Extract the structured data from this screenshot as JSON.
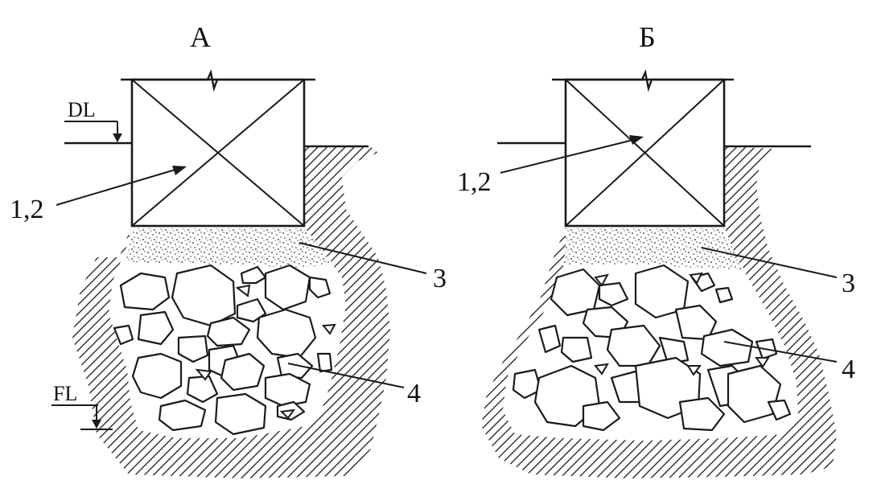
{
  "panels": [
    {
      "id": "A",
      "title": "А",
      "labels": {
        "element": "1,2",
        "cushion": "3",
        "fill": "4"
      },
      "levels": {
        "ground": "DL",
        "foundation": "FL"
      }
    },
    {
      "id": "B",
      "title": "Б",
      "labels": {
        "element": "1,2",
        "cushion": "3",
        "fill": "4"
      }
    }
  ]
}
